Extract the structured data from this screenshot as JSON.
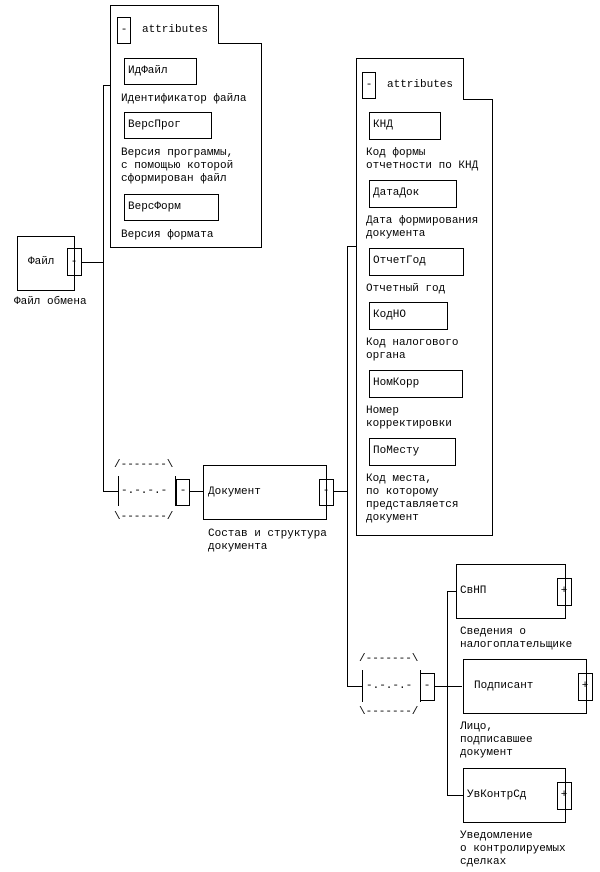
{
  "root": {
    "name": "Файл",
    "description": "Файл обмена",
    "toggle": "-",
    "attributes_header": {
      "toggle": "-",
      "label": "attributes"
    },
    "attributes": [
      {
        "name": "ИдФайл",
        "description": [
          "Идентификатор файла"
        ]
      },
      {
        "name": "ВерсПрог",
        "description": [
          "Версия программы,",
          "с помощью которой",
          "сформирован файл"
        ]
      },
      {
        "name": "ВерсФорм",
        "description": [
          "Версия формата"
        ]
      }
    ]
  },
  "sequence_symbol": {
    "top": "/-------\\",
    "middle": "-.-.-.-",
    "bottom": "\\-------/",
    "toggle": "-"
  },
  "document": {
    "name": "Документ",
    "description": [
      "Состав и структура",
      "документа"
    ],
    "toggle": "-",
    "attributes_header": {
      "toggle": "-",
      "label": "attributes"
    },
    "attributes": [
      {
        "name": "КНД",
        "description": [
          "Код формы",
          "отчетности по КНД"
        ]
      },
      {
        "name": "ДатаДок",
        "description": [
          "Дата формирования",
          "документа"
        ]
      },
      {
        "name": "ОтчетГод",
        "description": [
          "Отчетный год"
        ]
      },
      {
        "name": "КодНО",
        "description": [
          "Код налогового",
          "органа"
        ]
      },
      {
        "name": "НомКорр",
        "description": [
          "Номер",
          "корректировки"
        ]
      },
      {
        "name": "ПоМесту",
        "description": [
          "Код места,",
          "по которому",
          "представляется",
          "документ"
        ]
      }
    ],
    "children": [
      {
        "name": "СвНП",
        "toggle": "+",
        "description": [
          "Сведения о",
          "налогоплательщике"
        ]
      },
      {
        "name": "Подписант",
        "toggle": "+",
        "description": [
          "Лицо,",
          "подписавшее",
          "документ"
        ]
      },
      {
        "name": "УвКонтрСд",
        "toggle": "+",
        "description": [
          "Уведомление",
          "о контролируемых",
          "сделках"
        ]
      }
    ]
  }
}
